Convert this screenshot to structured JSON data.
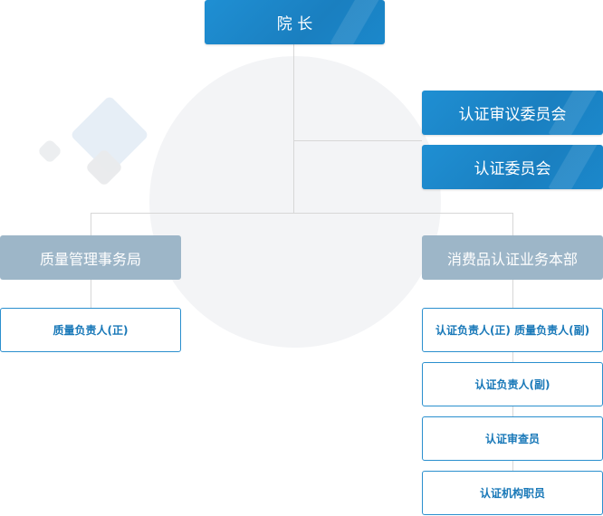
{
  "chart": {
    "head": "院 长",
    "committees": [
      "认证审议委员会",
      "认证委员会"
    ],
    "left_branch": {
      "title": "质量管理事务局",
      "positions": [
        "质量负责人(正)"
      ]
    },
    "right_branch": {
      "title": "消费品认证业务本部",
      "positions": [
        "认证负责人(正) 质量负责人(副)",
        "认证负责人(副)",
        "认证审查员",
        "认证机构职员"
      ]
    }
  },
  "colors": {
    "primary_blue": "#1b85c6",
    "branch_grey": "#9db6c8",
    "outline_text": "#1878b8",
    "connector": "#d7d7d7"
  }
}
